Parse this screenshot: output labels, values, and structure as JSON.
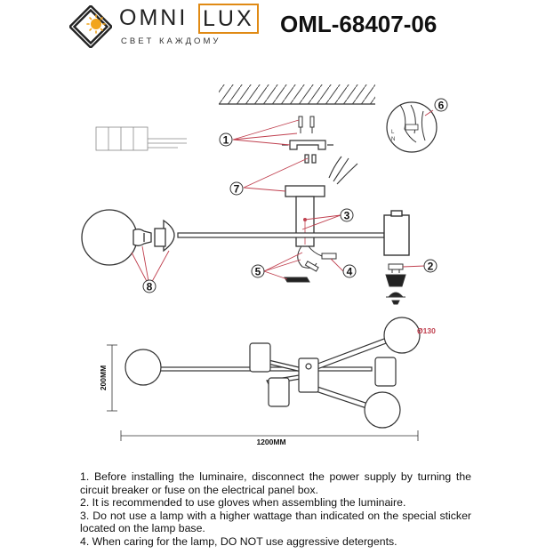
{
  "brand": {
    "omni": "OMNI",
    "lux": "LUX",
    "tagline": "СВЕТ КАЖДОМУ"
  },
  "model": "OML-68407-06",
  "callouts": [
    "1",
    "2",
    "3",
    "4",
    "5",
    "6",
    "7",
    "8"
  ],
  "dimensions": {
    "width": "1200MM",
    "height": "200MM",
    "diameter": "Ø130"
  },
  "notes": [
    "1. Before installing the luminaire, disconnect the power supply by turning the circuit breaker or fuse on the electrical panel box.",
    "2. It is recommended to use gloves when assembling the luminaire.",
    "3. Do not use a lamp with a higher wattage than indicated on the special sticker located on the lamp base.",
    "4. When caring for the lamp, DO NOT use aggressive detergents."
  ],
  "colors": {
    "accent": "#e08a14",
    "callout_line": "#c0404f",
    "ink": "#111111"
  }
}
